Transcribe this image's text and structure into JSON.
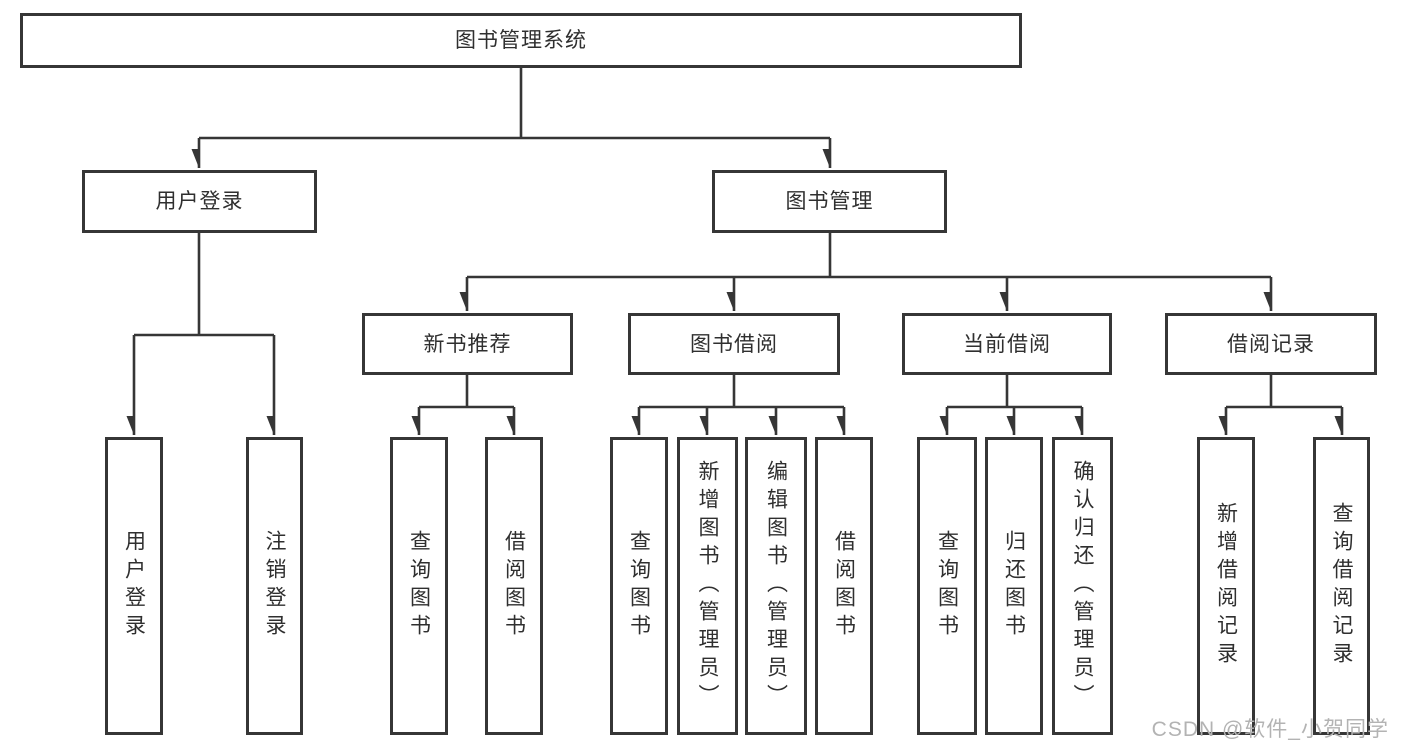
{
  "diagram": {
    "type": "hierarchy-tree",
    "line_color": "#363636",
    "background_color": "#ffffff",
    "tree": {
      "label": "图书管理系统",
      "children": [
        {
          "label": "用户登录",
          "children": [
            {
              "label": "用户登录"
            },
            {
              "label": "注销登录"
            }
          ]
        },
        {
          "label": "图书管理",
          "children": [
            {
              "label": "新书推荐",
              "children": [
                {
                  "label": "查询图书"
                },
                {
                  "label": "借阅图书"
                }
              ]
            },
            {
              "label": "图书借阅",
              "children": [
                {
                  "label": "查询图书"
                },
                {
                  "label": "新增图书（管理员）"
                },
                {
                  "label": "编辑图书（管理员）"
                },
                {
                  "label": "借阅图书"
                }
              ]
            },
            {
              "label": "当前借阅",
              "children": [
                {
                  "label": "查询图书"
                },
                {
                  "label": "归还图书"
                },
                {
                  "label": "确认归还（管理员）"
                }
              ]
            },
            {
              "label": "借阅记录",
              "children": [
                {
                  "label": "新增借阅记录"
                },
                {
                  "label": "查询借阅记录"
                }
              ]
            }
          ]
        }
      ]
    },
    "watermark": {
      "text": "CSDN @软件_小贺同学",
      "color": "#b3b3b3"
    }
  }
}
